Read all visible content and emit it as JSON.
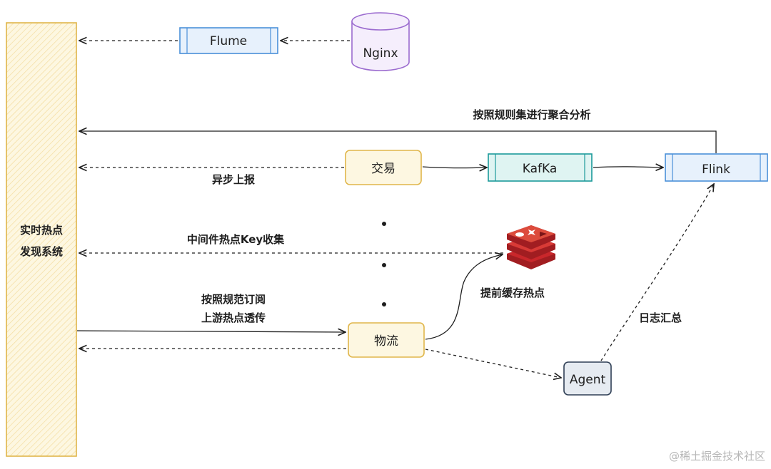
{
  "nodes": {
    "system": {
      "line1": "实时热点",
      "line2": "发现系统"
    },
    "flume": "Flume",
    "nginx": "Nginx",
    "trade": "交易",
    "kafka": "KafKa",
    "flink": "Flink",
    "logistics": "物流",
    "agent": "Agent"
  },
  "edges": {
    "aggregate": "按照规则集进行聚合分析",
    "async_report": "异步上报",
    "middleware_key": "中间件热点Key收集",
    "subscribe_line1": "按照规范订阅",
    "subscribe_line2": "上游热点透传",
    "precache": "提前缓存热点",
    "log_summary": "日志汇总"
  },
  "watermark": "@稀土掘金技术社区",
  "colors": {
    "system_stroke": "#e0b64a",
    "system_fill": "#fdf7e1",
    "flume_stroke": "#4a90d9",
    "flume_fill": "#e7f1fc",
    "nginx_stroke": "#9b6bcf",
    "nginx_fill": "#f5eefc",
    "kafka_stroke": "#1c9a9a",
    "kafka_fill": "#dff4f2",
    "flink_stroke": "#4a90d9",
    "flink_fill": "#e7f1fc",
    "app_stroke": "#e0b64a",
    "app_fill": "#fdf7e1",
    "agent_stroke": "#2f3f55",
    "agent_fill": "#e6ebf1",
    "redis": "#c9272b"
  },
  "icons": {
    "redis": "redis-icon"
  }
}
